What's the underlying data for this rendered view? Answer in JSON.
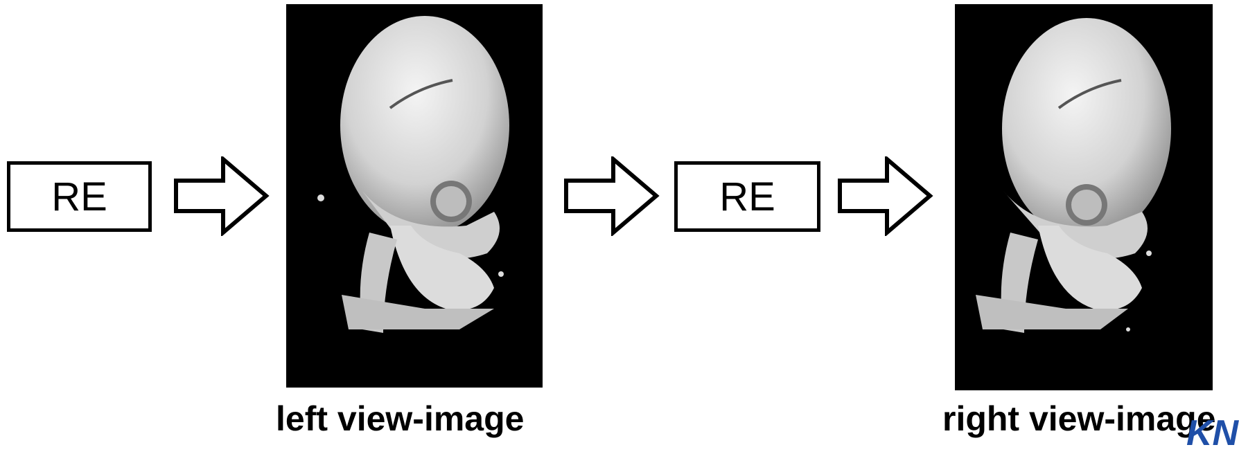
{
  "stages": [
    {
      "label": "RE"
    },
    {
      "label": "RE"
    }
  ],
  "views": [
    {
      "caption": "left view-image",
      "icon": "skull-render"
    },
    {
      "caption": "right view-image",
      "icon": "skull-render"
    }
  ],
  "logo": {
    "text": "KN",
    "color": "#1f4fa8"
  },
  "colors": {
    "panel": "#000000",
    "bone": "#e8e8e8",
    "arrow_stroke": "#000000"
  }
}
